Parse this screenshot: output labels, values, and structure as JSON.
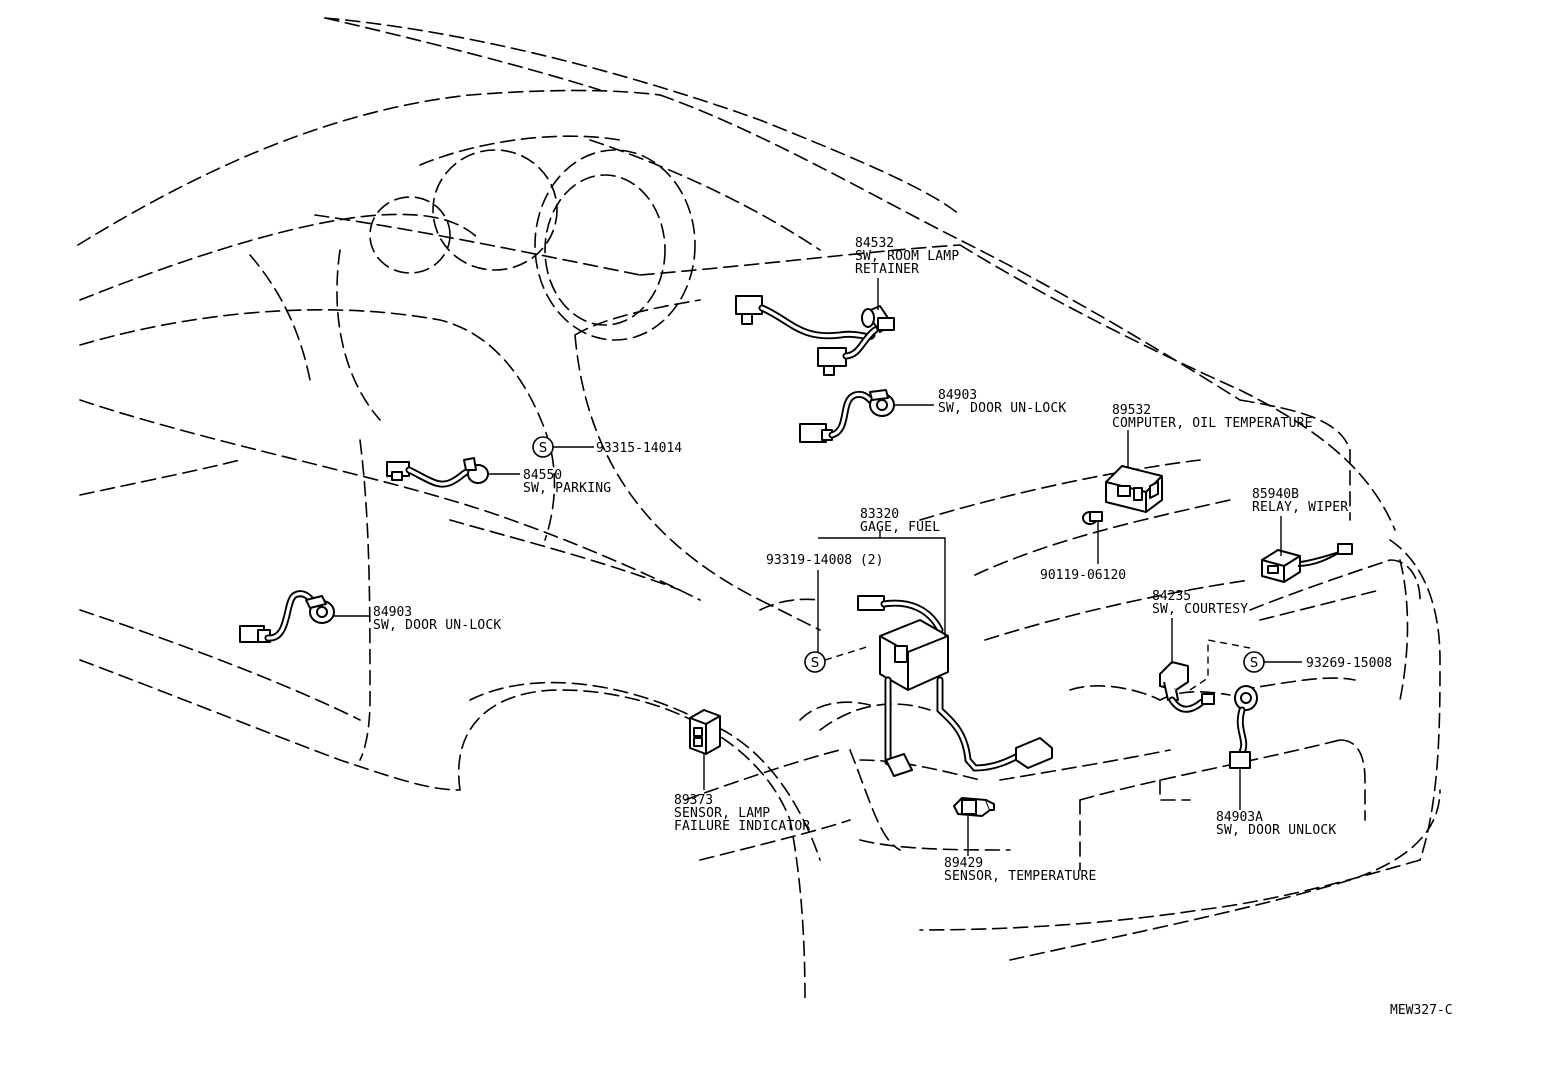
{
  "diagram_code": "MEW327-C",
  "s_mark": "S",
  "parts": [
    {
      "number": "84532",
      "desc": [
        "SW, ROOM LAMP",
        "RETAINER"
      ]
    },
    {
      "number": "84903",
      "desc": [
        "SW, DOOR UN-LOCK"
      ]
    },
    {
      "number": "89532",
      "desc": [
        "COMPUTER, OIL TEMPERATURE"
      ]
    },
    {
      "number": "93315-14014",
      "desc": []
    },
    {
      "number": "84550",
      "desc": [
        "SW, PARKING"
      ]
    },
    {
      "number": "83320",
      "desc": [
        "GAGE, FUEL"
      ]
    },
    {
      "number": "85940B",
      "desc": [
        "RELAY, WIPER"
      ]
    },
    {
      "number": "93319-14008 (2)",
      "desc": []
    },
    {
      "number": "90119-06120",
      "desc": []
    },
    {
      "number": "84235",
      "desc": [
        "SW, COURTESY"
      ]
    },
    {
      "number": "84903",
      "desc": [
        "SW, DOOR UN-LOCK"
      ]
    },
    {
      "number": "93269-15008",
      "desc": []
    },
    {
      "number": "89373",
      "desc": [
        "SENSOR, LAMP",
        "FAILURE INDICATOR"
      ]
    },
    {
      "number": "84903A",
      "desc": [
        "SW, DOOR UNLOCK"
      ]
    },
    {
      "number": "89429",
      "desc": [
        "SENSOR, TEMPERATURE"
      ]
    }
  ]
}
